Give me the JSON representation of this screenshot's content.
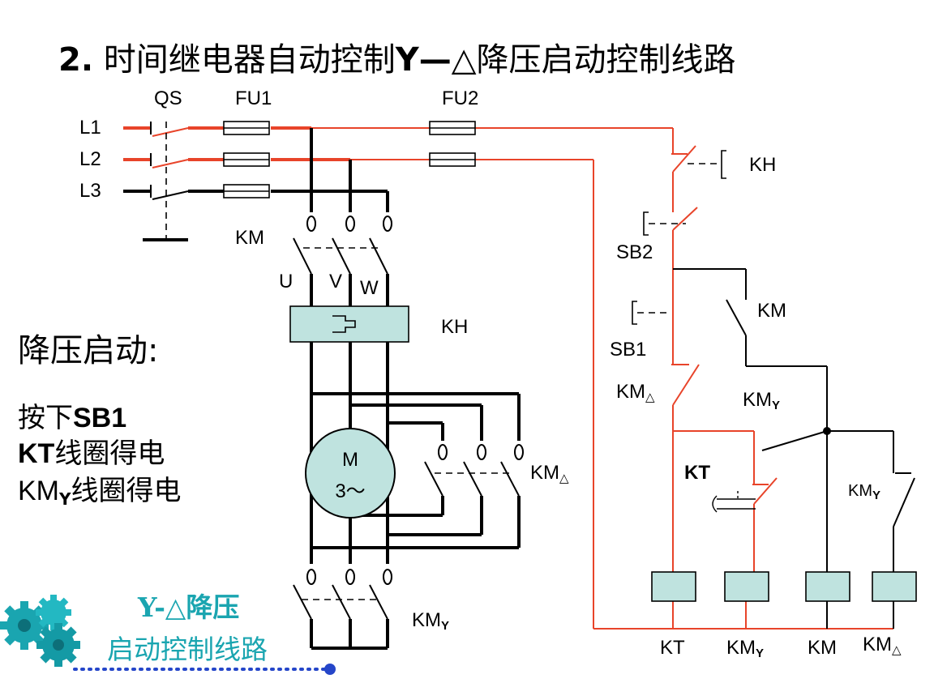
{
  "title": {
    "number": "2.",
    "cn_prefix": " 时间继电器自动控制",
    "y_delta": "Y—△",
    "cn_suffix": "降压启动控制线路"
  },
  "main_circuit": {
    "lines": [
      "L1",
      "L2",
      "L3"
    ],
    "switch": "QS",
    "fuse_main": "FU1",
    "fuse_ctrl": "FU2",
    "contactor_main": "KM",
    "phases": [
      "U",
      "V",
      "W"
    ],
    "thermal_relay": "KH",
    "motor": {
      "name": "M",
      "spec": "3～"
    },
    "contactor_delta": {
      "base": "KM",
      "sub": "△"
    },
    "contactor_star": {
      "base": "KM",
      "sub": "Y"
    }
  },
  "control_circuit": {
    "kh_contact": "KH",
    "stop_button": "SB2",
    "start_button": "SB1",
    "km_hold": "KM",
    "km_delta_nc": {
      "base": "KM",
      "sub": "△"
    },
    "km_star_no": {
      "base": "KM",
      "sub": "Y"
    },
    "kt_contact": "KT",
    "km_star_nc": {
      "base": "KM",
      "sub": "Y"
    },
    "coils": [
      {
        "base": "KT",
        "sub": ""
      },
      {
        "base": "KM",
        "sub": "Y"
      },
      {
        "base": "KM",
        "sub": ""
      },
      {
        "base": "KM",
        "sub": "△"
      }
    ]
  },
  "side_notes": {
    "heading": "降压启动:",
    "press_prefix": "按下",
    "press_button": "SB1",
    "kt_name": "KT",
    "coil_energized": "线圈得电",
    "kmy_base": "KM",
    "kmy_sub": "Y"
  },
  "logo": {
    "line1": "Y-△降压",
    "line2": "启动控制线路"
  },
  "colors": {
    "red_wire": "#e8442a",
    "black_wire": "#000000",
    "box_fill": "#bfe3df",
    "logo": "#1aa5b0"
  }
}
